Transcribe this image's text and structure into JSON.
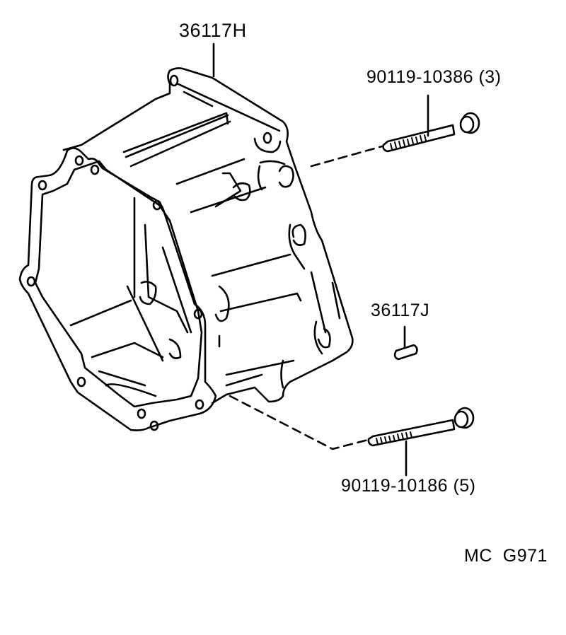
{
  "diagram": {
    "type": "exploded parts diagram",
    "subject": "transmission / clutch housing with bolts and pin",
    "colors": {
      "line": "#000000",
      "background": "#ffffff"
    },
    "parts": [
      {
        "id": "housing",
        "label": "36117H",
        "description": "housing / case"
      },
      {
        "id": "bolt_upper",
        "label": "90119-10386 (3)",
        "description": "flange bolt, qty 3"
      },
      {
        "id": "pin",
        "label": "36117J",
        "description": "dowel pin"
      },
      {
        "id": "bolt_lower",
        "label": "90119-10186 (5)",
        "description": "flange bolt, qty 5"
      }
    ],
    "code": "MC  G971"
  }
}
